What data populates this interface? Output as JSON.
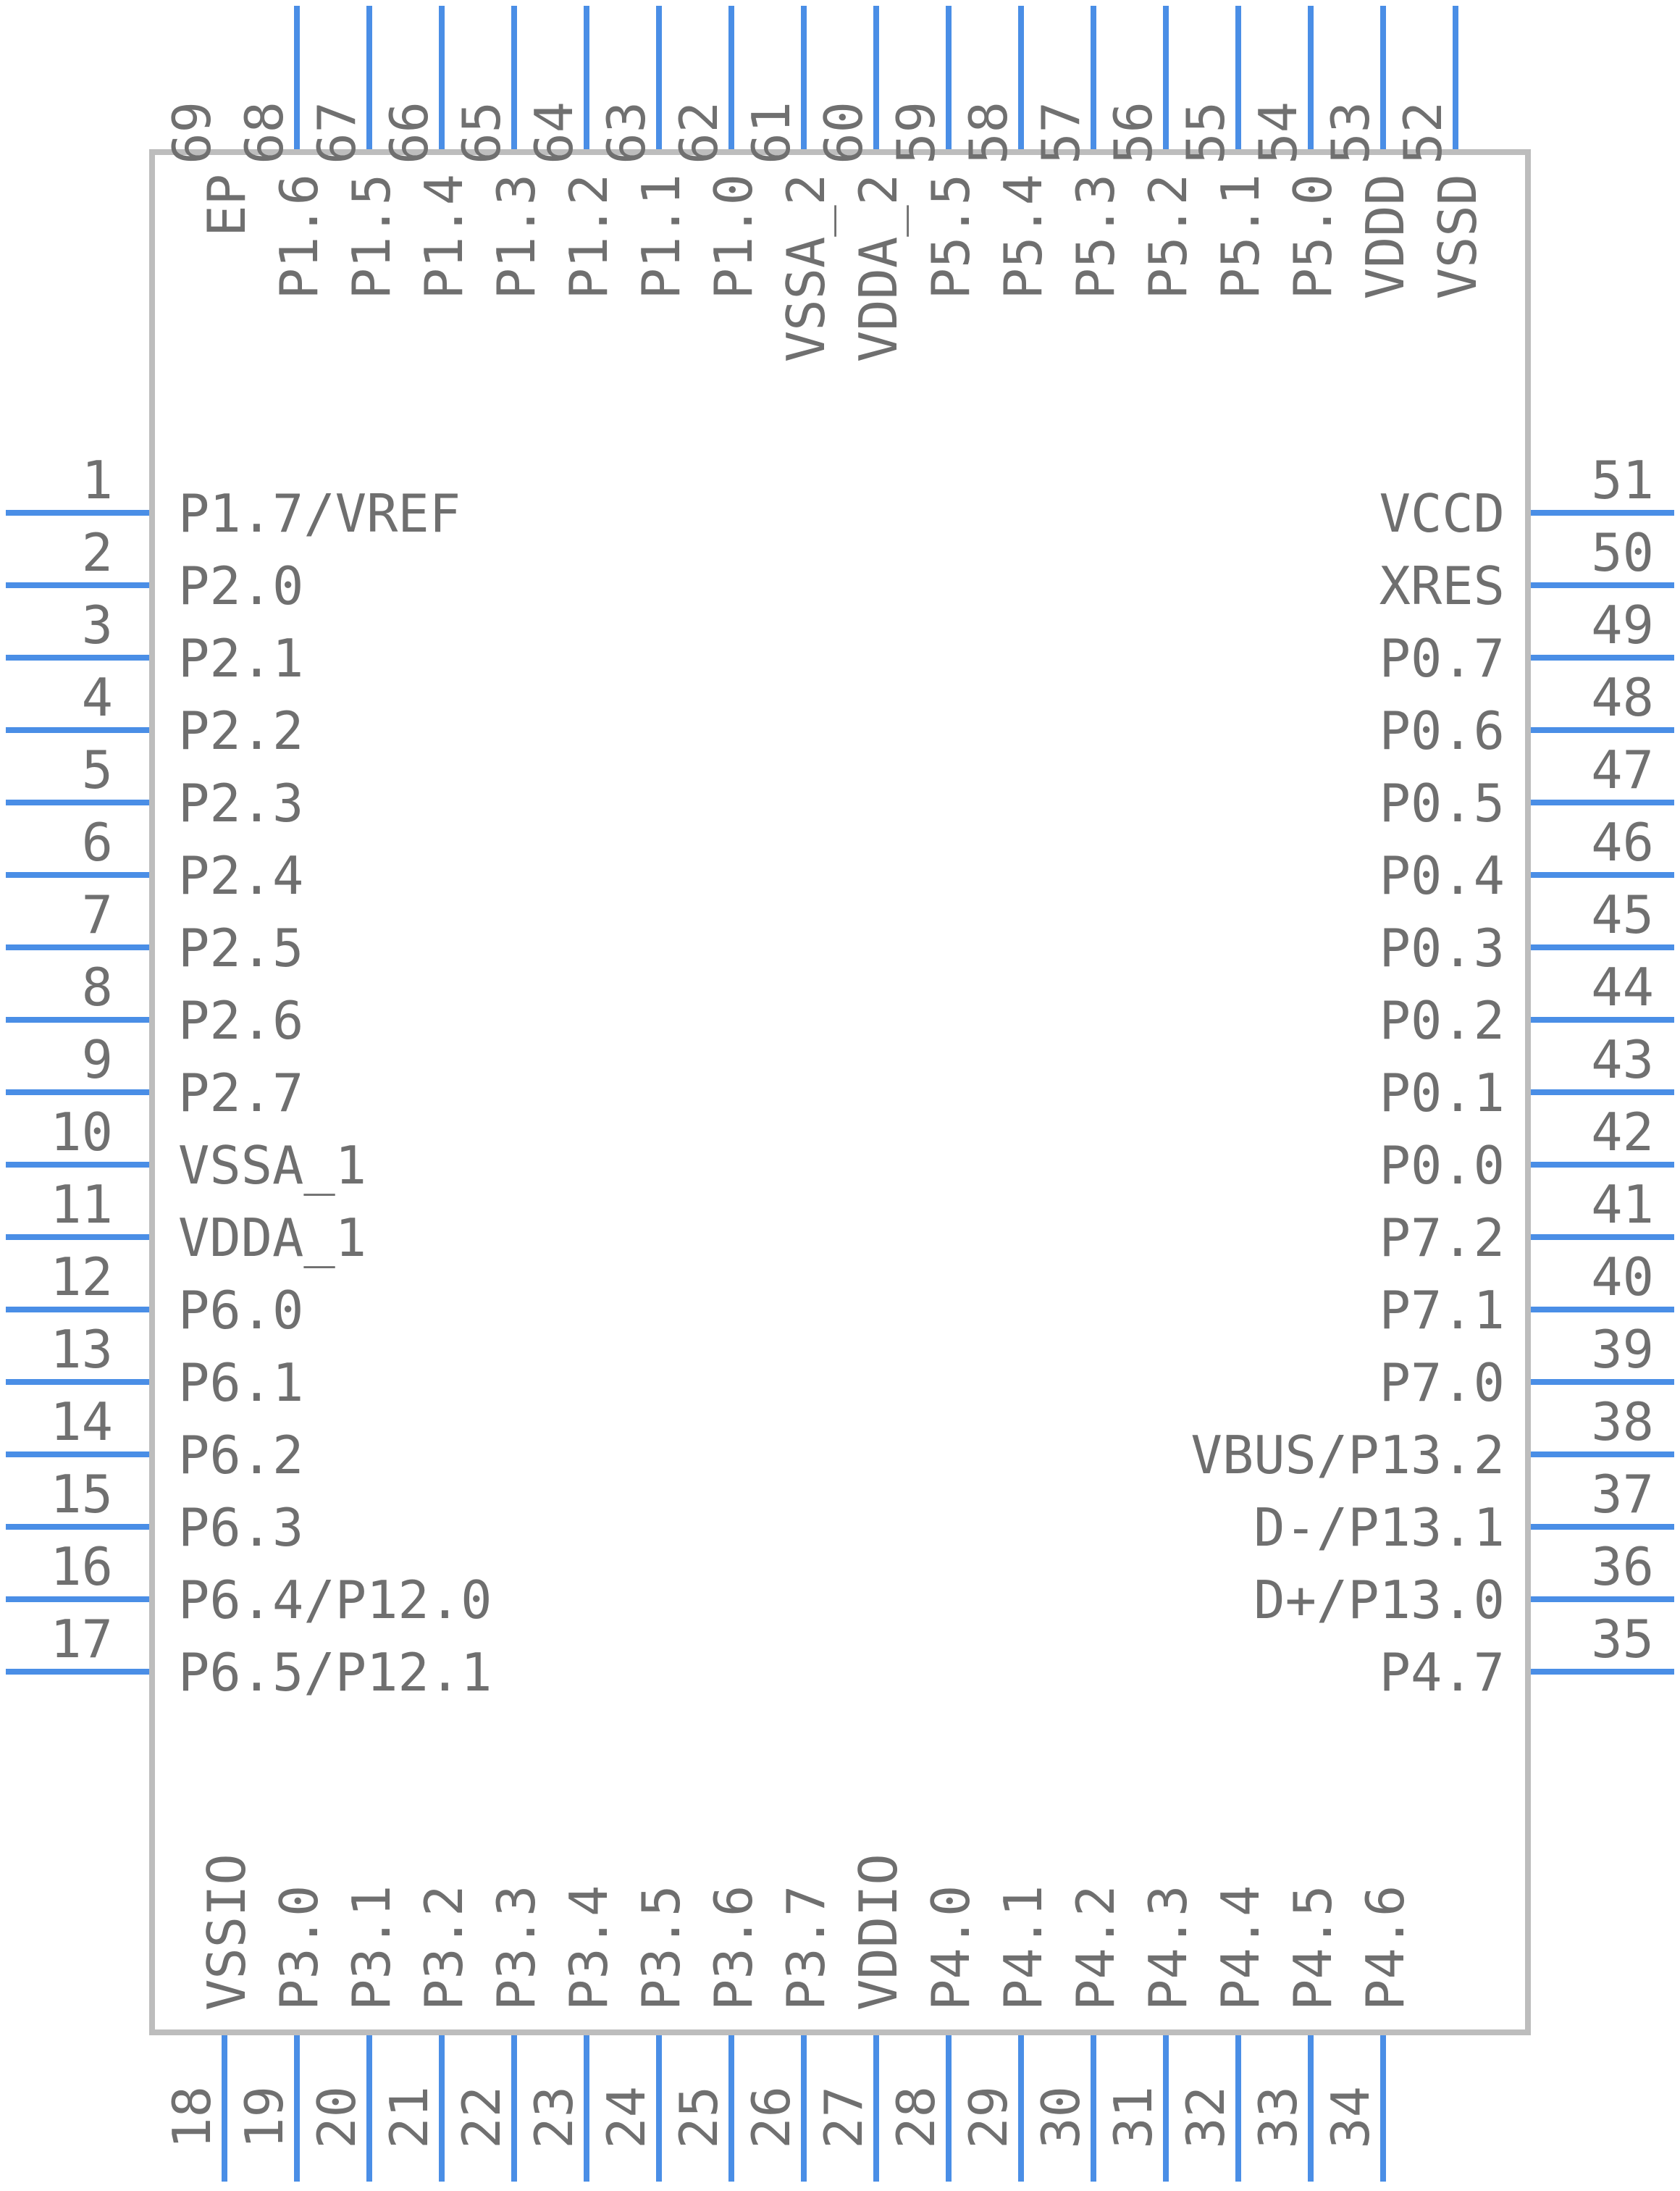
{
  "component": {
    "colors": {
      "body_outline": "#bdbdbd",
      "pin": "#4a8ee6",
      "text": "#6f6f6f"
    },
    "left_pins": [
      {
        "num": "1",
        "name": "P1.7/VREF"
      },
      {
        "num": "2",
        "name": "P2.0"
      },
      {
        "num": "3",
        "name": "P2.1"
      },
      {
        "num": "4",
        "name": "P2.2"
      },
      {
        "num": "5",
        "name": "P2.3"
      },
      {
        "num": "6",
        "name": "P2.4"
      },
      {
        "num": "7",
        "name": "P2.5"
      },
      {
        "num": "8",
        "name": "P2.6"
      },
      {
        "num": "9",
        "name": "P2.7"
      },
      {
        "num": "10",
        "name": "VSSA_1"
      },
      {
        "num": "11",
        "name": "VDDA_1"
      },
      {
        "num": "12",
        "name": "P6.0"
      },
      {
        "num": "13",
        "name": "P6.1"
      },
      {
        "num": "14",
        "name": "P6.2"
      },
      {
        "num": "15",
        "name": "P6.3"
      },
      {
        "num": "16",
        "name": "P6.4/P12.0"
      },
      {
        "num": "17",
        "name": "P6.5/P12.1"
      }
    ],
    "right_pins": [
      {
        "num": "51",
        "name": "VCCD"
      },
      {
        "num": "50",
        "name": "XRES"
      },
      {
        "num": "49",
        "name": "P0.7"
      },
      {
        "num": "48",
        "name": "P0.6"
      },
      {
        "num": "47",
        "name": "P0.5"
      },
      {
        "num": "46",
        "name": "P0.4"
      },
      {
        "num": "45",
        "name": "P0.3"
      },
      {
        "num": "44",
        "name": "P0.2"
      },
      {
        "num": "43",
        "name": "P0.1"
      },
      {
        "num": "42",
        "name": "P0.0"
      },
      {
        "num": "41",
        "name": "P7.2"
      },
      {
        "num": "40",
        "name": "P7.1"
      },
      {
        "num": "39",
        "name": "P7.0"
      },
      {
        "num": "38",
        "name": "VBUS/P13.2"
      },
      {
        "num": "37",
        "name": "D-/P13.1"
      },
      {
        "num": "36",
        "name": "D+/P13.0"
      },
      {
        "num": "35",
        "name": "P4.7"
      }
    ],
    "top_pins": [
      {
        "num": "69",
        "name": "EP",
        "lead": false
      },
      {
        "num": "68",
        "name": "P1.6",
        "lead": true
      },
      {
        "num": "67",
        "name": "P1.5",
        "lead": true
      },
      {
        "num": "66",
        "name": "P1.4",
        "lead": true
      },
      {
        "num": "65",
        "name": "P1.3",
        "lead": true
      },
      {
        "num": "64",
        "name": "P1.2",
        "lead": true
      },
      {
        "num": "63",
        "name": "P1.1",
        "lead": true
      },
      {
        "num": "62",
        "name": "P1.0",
        "lead": true
      },
      {
        "num": "61",
        "name": "VSSA_2",
        "lead": true
      },
      {
        "num": "60",
        "name": "VDDA_2",
        "lead": true
      },
      {
        "num": "59",
        "name": "P5.5",
        "lead": true
      },
      {
        "num": "58",
        "name": "P5.4",
        "lead": true
      },
      {
        "num": "57",
        "name": "P5.3",
        "lead": true
      },
      {
        "num": "56",
        "name": "P5.2",
        "lead": true
      },
      {
        "num": "55",
        "name": "P5.1",
        "lead": true
      },
      {
        "num": "54",
        "name": "P5.0",
        "lead": true
      },
      {
        "num": "53",
        "name": "VDDD",
        "lead": true
      },
      {
        "num": "52",
        "name": "VSSD",
        "lead": true
      }
    ],
    "bottom_pins": [
      {
        "num": "18",
        "name": "VSSIO",
        "lead": true
      },
      {
        "num": "19",
        "name": "P3.0",
        "lead": true
      },
      {
        "num": "20",
        "name": "P3.1",
        "lead": true
      },
      {
        "num": "21",
        "name": "P3.2",
        "lead": true
      },
      {
        "num": "22",
        "name": "P3.3",
        "lead": true
      },
      {
        "num": "23",
        "name": "P3.4",
        "lead": true
      },
      {
        "num": "24",
        "name": "P3.5",
        "lead": true
      },
      {
        "num": "25",
        "name": "P3.6",
        "lead": true
      },
      {
        "num": "26",
        "name": "P3.7",
        "lead": true
      },
      {
        "num": "27",
        "name": "VDDIO",
        "lead": true
      },
      {
        "num": "28",
        "name": "P4.0",
        "lead": true
      },
      {
        "num": "29",
        "name": "P4.1",
        "lead": true
      },
      {
        "num": "30",
        "name": "P4.2",
        "lead": true
      },
      {
        "num": "31",
        "name": "P4.3",
        "lead": true
      },
      {
        "num": "32",
        "name": "P4.4",
        "lead": true
      },
      {
        "num": "33",
        "name": "P4.5",
        "lead": true
      },
      {
        "num": "34",
        "name": "P4.6",
        "lead": true
      }
    ]
  }
}
